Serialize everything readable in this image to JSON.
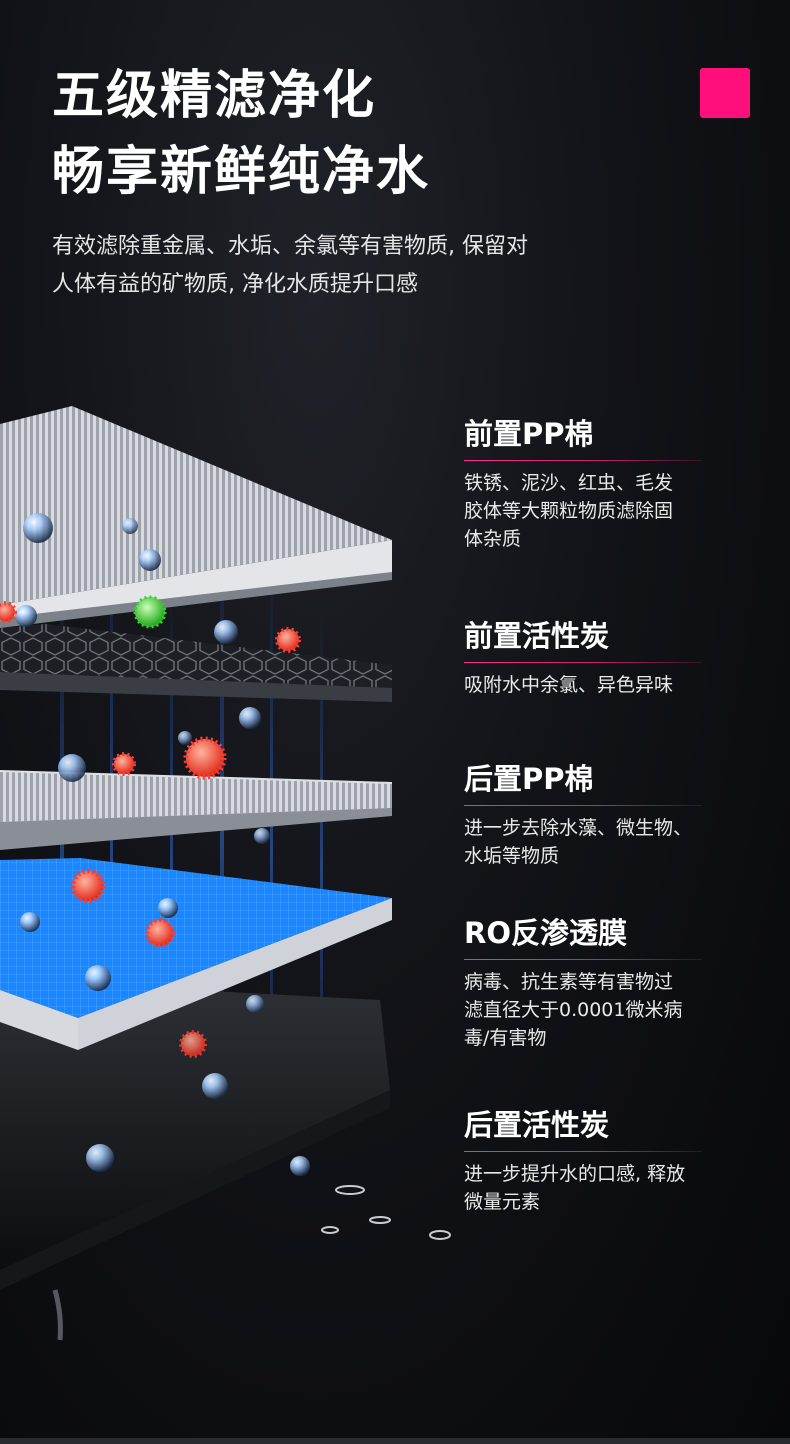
{
  "headline": {
    "line1": "五级精滤净化",
    "line2": "畅享新鲜纯净水"
  },
  "accent_color": "#ff0f7b",
  "intro": {
    "line1": "有效滤除重金属、水垢、余氯等有害物质, 保留对",
    "line2": "人体有益的矿物质, 净化水质提升口感"
  },
  "layers": [
    {
      "title": "前置PP棉",
      "desc": [
        "铁锈、泥沙、红虫、毛发",
        "胶体等大颗粒物质滤除固",
        "体杂质"
      ]
    },
    {
      "title": "前置活性炭",
      "desc": [
        "吸附水中余氯、异色异味"
      ]
    },
    {
      "title": "后置PP棉",
      "desc": [
        "进一步去除水藻、微生物、",
        "水垢等物质"
      ]
    },
    {
      "title": "RO反渗透膜",
      "desc": [
        "病毒、抗生素等有害物过",
        "滤直径大于0.0001微米病",
        "毒/有害物"
      ]
    },
    {
      "title": "后置活性炭",
      "desc": [
        "进一步提升水的口感, 释放",
        "微量元素"
      ]
    }
  ],
  "illustration": {
    "icons": [
      "filter-layer-pp-cotton",
      "filter-layer-carbon",
      "filter-layer-ro-membrane",
      "water-droplet-icon",
      "bacteria-icon"
    ],
    "colors": {
      "membrane_blue": "#1f7ff0",
      "bacteria_red": "#ff3b2f",
      "bacteria_green": "#34d12f"
    }
  }
}
